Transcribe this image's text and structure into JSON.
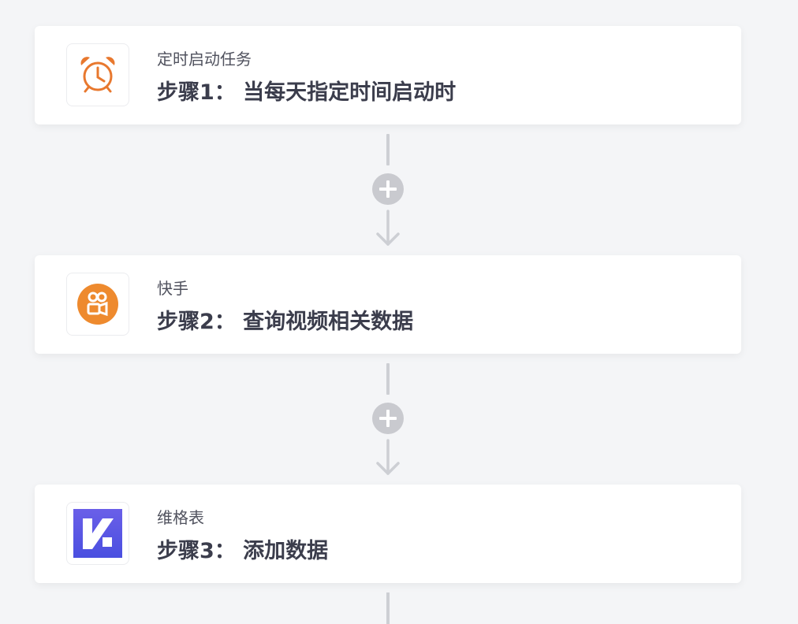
{
  "steps": [
    {
      "app_name": "定时启动任务",
      "title": "步骤1： 当每天指定时间启动时",
      "icon": "alarm-clock-icon",
      "icon_color": "#e8782e"
    },
    {
      "app_name": "快手",
      "title": "步骤2： 查询视频相关数据",
      "icon": "kuaishou-logo-icon",
      "icon_color": "#ee8a2e"
    },
    {
      "app_name": "维格表",
      "title": "步骤3： 添加数据",
      "icon": "vika-logo-icon",
      "icon_color": "#5b56e6"
    }
  ],
  "connectors": [
    {
      "action": "add-step",
      "icon": "plus-icon"
    },
    {
      "action": "add-step",
      "icon": "plus-icon"
    }
  ],
  "colors": {
    "background": "#f4f5f7",
    "card": "#ffffff",
    "connector": "#cdcfd4",
    "plus_button": "#c9cacf",
    "title_text": "#3b3d4c",
    "subtitle_text": "#50525e"
  }
}
